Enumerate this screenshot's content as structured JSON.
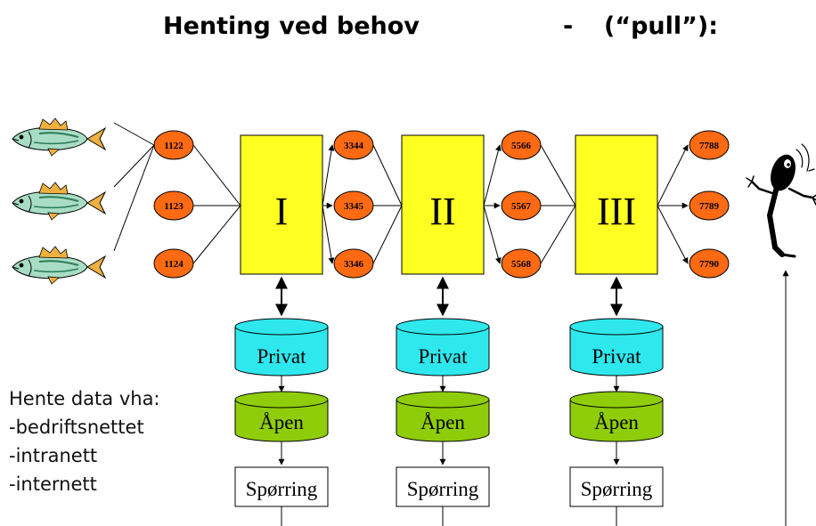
{
  "title": {
    "main": "Henting ved behov",
    "dash": "-",
    "sub": "(“pull”):"
  },
  "stages": [
    {
      "label": "I",
      "inputs_ref": "sources",
      "outputs": [
        "3344",
        "3345",
        "3346"
      ]
    },
    {
      "label": "II",
      "outputs": [
        "5566",
        "5567",
        "5568"
      ]
    },
    {
      "label": "III",
      "outputs": [
        "7788",
        "7789",
        "7790"
      ]
    }
  ],
  "sources": [
    "1122",
    "1123",
    "1124"
  ],
  "storage": {
    "private_label": "Privat",
    "open_label": "Åpen",
    "query_label": "Spørring"
  },
  "side_text": {
    "heading": "Hente data vha:",
    "items": [
      "-bedriftsnettet",
      "-intranett",
      "-internett"
    ]
  },
  "colors": {
    "stage_fill": "#ffff22",
    "node_fill": "#ff6a13",
    "private_fill": "#2ee8ee",
    "open_fill": "#8fcc0a",
    "query_fill": "#ffffff",
    "fish_body": "#a8dcc4",
    "fish_fin": "#f0b040"
  },
  "icons": {
    "fish": "fish-icon",
    "consumer": "stick-figure-icon"
  }
}
